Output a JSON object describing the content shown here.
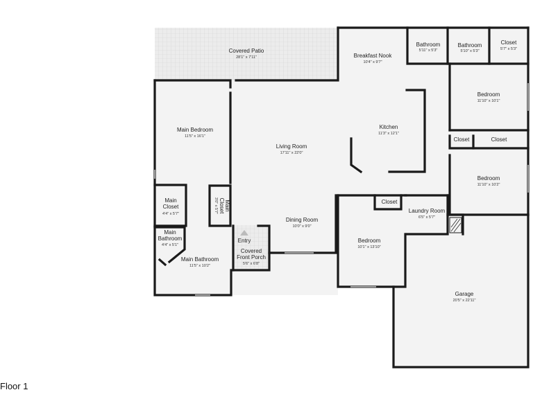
{
  "floor_label": "Floor 1",
  "rooms": {
    "covered_patio": {
      "name": "Covered Patio",
      "dims": "28'1\" x 7'11\""
    },
    "breakfast_nook": {
      "name": "Breakfast Nook",
      "dims": "10'4\" x 9'7\""
    },
    "bathroom_1": {
      "name": "Bathroom",
      "dims": "5'11\" x 5'3\""
    },
    "bathroom_2": {
      "name": "Bathroom",
      "dims": "5'10\" x 5'3\""
    },
    "closet_top": {
      "name": "Closet",
      "dims": "5'7\" x 5'3\""
    },
    "bedroom_top_right": {
      "name": "Bedroom",
      "dims": "11'10\" x 10'1\""
    },
    "main_bedroom": {
      "name": "Main Bedroom",
      "dims": "11'5\" x 16'1\""
    },
    "kitchen": {
      "name": "Kitchen",
      "dims": "11'3\" x 12'1\""
    },
    "living_room": {
      "name": "Living Room",
      "dims": "17'11\" x 22'0\""
    },
    "closet_mid_left": {
      "name": "Closet"
    },
    "closet_mid_right": {
      "name": "Closet"
    },
    "bedroom_mid_right": {
      "name": "Bedroom",
      "dims": "11'10\" x 10'2\""
    },
    "main_closet": {
      "name": "Main Closet",
      "dims": "4'4\" x 5'7\""
    },
    "main_closet_2": {
      "name": "Main Closet",
      "dims": "3'0\" x 5'7\""
    },
    "dining_room": {
      "name": "Dining Room",
      "dims": "10'0\" x 9'0\""
    },
    "closet_bedroom": {
      "name": "Closet"
    },
    "laundry_room": {
      "name": "Laundry Room",
      "dims": "6'5\" x 5'7\""
    },
    "main_bathroom_small": {
      "name_line1": "Main",
      "name_line2": "Bathroom",
      "dims": "4'4\" x 5'1\""
    },
    "entry": {
      "name": "Entry"
    },
    "covered_front_porch": {
      "name_line1": "Covered",
      "name_line2": "Front Porch",
      "dims": "5'6\" x 6'8\""
    },
    "bedroom_center": {
      "name": "Bedroom",
      "dims": "10'1\" x 13'10\""
    },
    "main_bathroom": {
      "name": "Main Bathroom",
      "dims": "11'5\" x 10'2\""
    },
    "garage": {
      "name": "Garage",
      "dims": "20'5\" x 22'11\""
    }
  },
  "colors": {
    "wall": "#1a1a1a",
    "floor": "#f3f3f3",
    "patio": "#e9e9e9",
    "grid": "#d6d6d6"
  }
}
